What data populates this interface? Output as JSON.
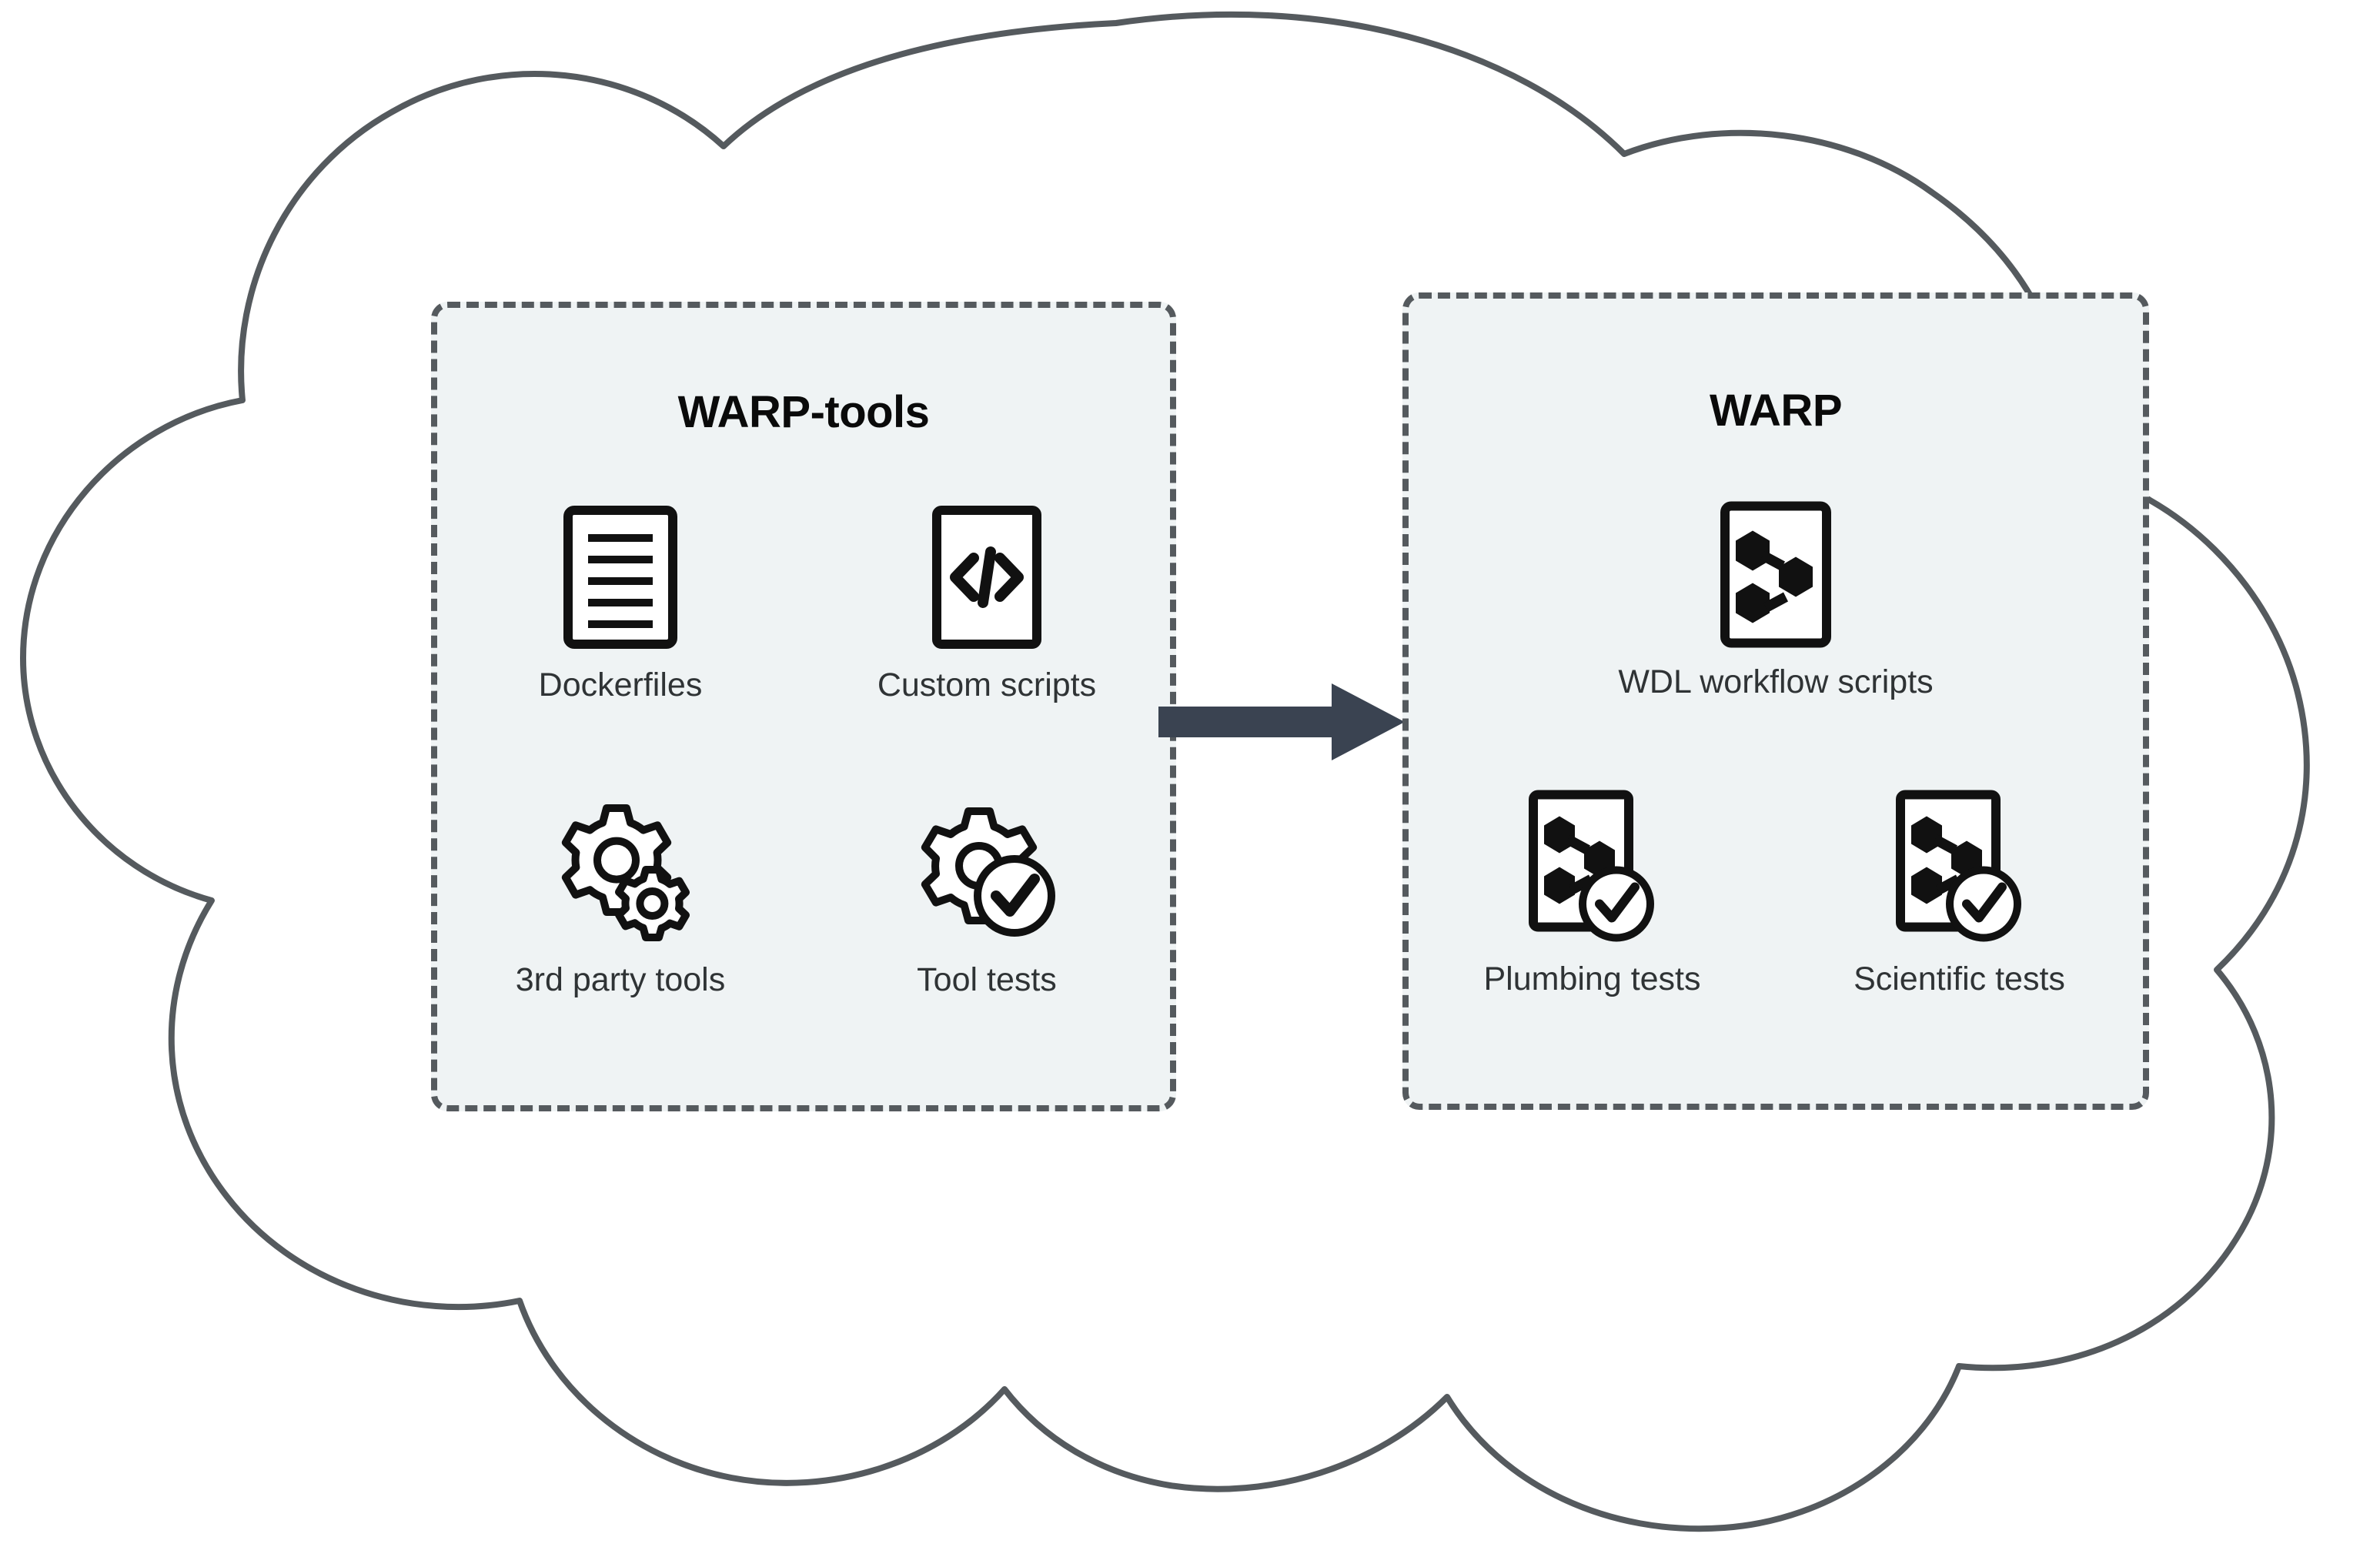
{
  "diagram": {
    "container_shape": "cloud",
    "colors": {
      "cloud_stroke": "#555a5e",
      "box_fill": "#eff3f4",
      "box_border": "#555a5e",
      "arrow": "#3a4351",
      "title_text": "#0a0a0a",
      "label_text": "#2f3335",
      "icon_stroke": "#111111"
    },
    "groups": [
      {
        "id": "warp-tools",
        "title": "WARP-tools",
        "items": [
          {
            "label": "Dockerfiles",
            "icon": "document-lines-icon"
          },
          {
            "label": "Custom scripts",
            "icon": "code-brackets-document-icon"
          },
          {
            "label": "3rd party tools",
            "icon": "gears-icon"
          },
          {
            "label": "Tool tests",
            "icon": "gear-check-icon"
          }
        ]
      },
      {
        "id": "warp",
        "title": "WARP",
        "items": [
          {
            "label": "WDL workflow scripts",
            "icon": "workflow-nodes-document-icon"
          },
          {
            "label": "Plumbing tests",
            "icon": "workflow-nodes-check-icon"
          },
          {
            "label": "Scientific tests",
            "icon": "workflow-nodes-check-icon"
          }
        ]
      }
    ],
    "connector": {
      "type": "arrow",
      "direction": "right",
      "from": "warp-tools",
      "to": "warp",
      "label": ""
    }
  }
}
